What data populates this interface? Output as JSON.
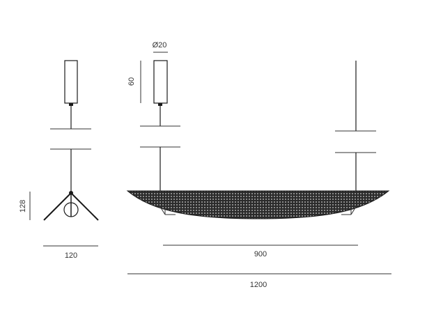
{
  "dimensions": {
    "diameter": "Ø20",
    "canopy_height": "60",
    "side_height": "128",
    "side_width": "120",
    "suspension_spacing": "900",
    "overall_length": "1200"
  },
  "colors": {
    "line": "#1a1a1a",
    "dimension_line": "#333333",
    "shade_fill": "#2b2b2b",
    "perforation": "#cfcfcf"
  }
}
